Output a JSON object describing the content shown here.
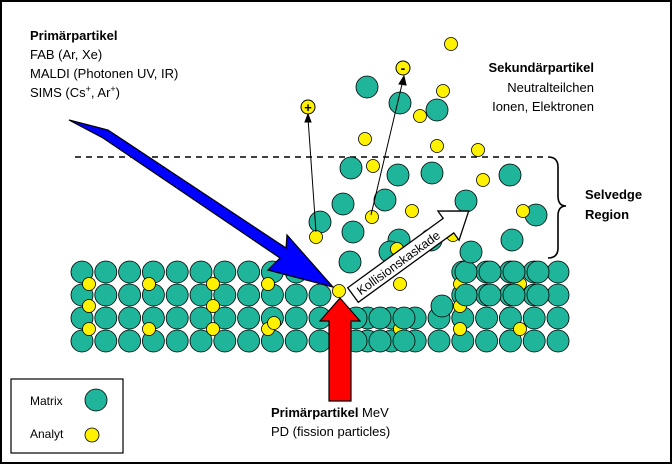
{
  "primary_top": {
    "title": "Primärpartikel",
    "lines": [
      "FAB (Ar, Xe)",
      "MALDI (Photonen UV, IR)",
      "SIMS (Cs",
      "+",
      ", Ar",
      "+",
      ")"
    ]
  },
  "secondary": {
    "title": "Sekundärpartikel",
    "lines": [
      "Neutralteilchen",
      "Ionen, Elektronen"
    ]
  },
  "selvedge": {
    "line1": "Selvedge",
    "line2": "Region"
  },
  "cascade_label": "Kollisionskaskade",
  "primary_bottom": {
    "title": "Primärpartikel",
    "suffix": " MeV",
    "line2": "PD (fission particles)"
  },
  "legend": {
    "matrix": "Matrix",
    "analyte": "Analyt"
  },
  "ion_signs": {
    "positive": "+",
    "negative": "-"
  },
  "colors": {
    "matrix": "#1FB59A",
    "analyte": "#FFF200",
    "primary_beam": "#0000FF",
    "md_beam": "#FF0000",
    "frame": "#000000"
  }
}
